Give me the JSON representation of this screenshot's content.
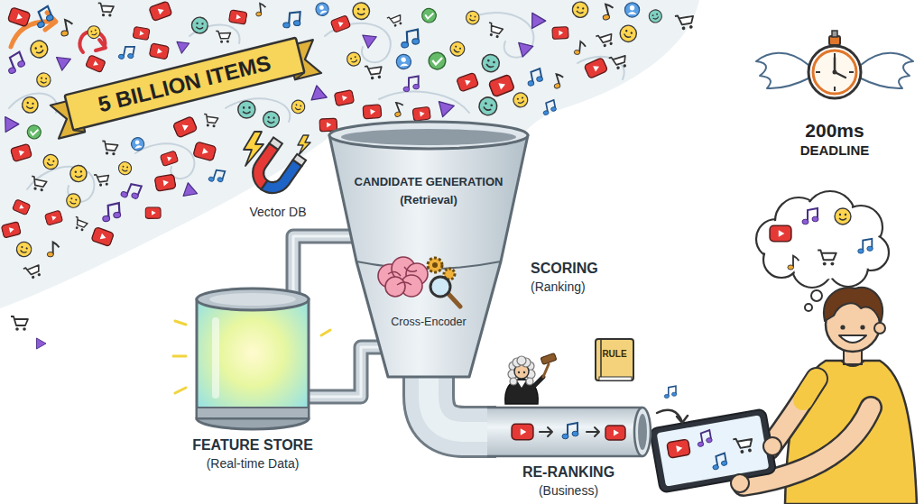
{
  "diagram": {
    "nodes": [
      {
        "text": [
          "5 BILLION ITEMS"
        ]
      },
      {
        "text": [
          "CANDIDATE GENERATION",
          "(Retrieval)"
        ]
      },
      {
        "text": [
          "FEATURE STORE",
          "(Real-time Data)"
        ]
      },
      {
        "text": [
          "RE-RANKING",
          "(Business)"
        ]
      }
    ],
    "edges": [
      {
        "from": 2,
        "to": 1,
        "arrow": "none"
      },
      {
        "from": 1,
        "to": 3,
        "arrow": "none"
      }
    ],
    "labels": [
      "Vector DB",
      "SCORING",
      "(Ranking)",
      "Cross-Encoder",
      "RULE",
      "200ms",
      "DEADLINE"
    ]
  }
}
